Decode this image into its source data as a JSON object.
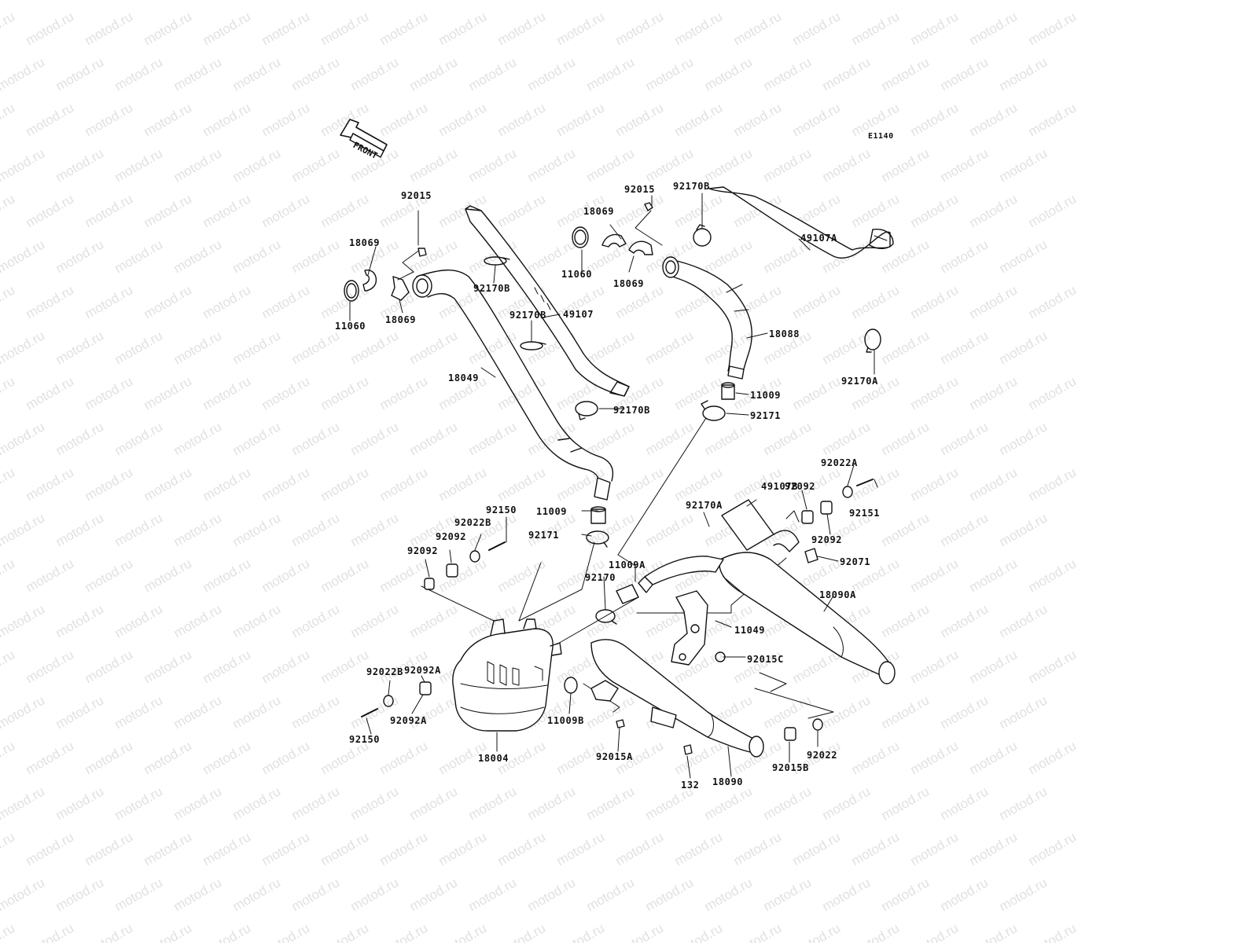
{
  "diagram": {
    "code": "E1140",
    "front_label": "FRONT",
    "watermark": "motod.ru"
  },
  "parts": {
    "p92015_a": "92015",
    "p18069_a": "18069",
    "p18069_b": "18069",
    "p11060_a": "11060",
    "p92170B_a": "92170B",
    "p92170B_b": "92170B",
    "p92170B_c": "92170B",
    "p92170B_d": "92170B",
    "p49107": "49107",
    "p18049": "18049",
    "p92015_b": "92015",
    "p18069_c": "18069",
    "p18069_d": "18069",
    "p11060_b": "11060",
    "p49107A": "49107A",
    "p18088": "18088",
    "p92170A_a": "92170A",
    "p11009_a": "11009",
    "p92171_a": "92171",
    "p92022A": "92022A",
    "p49107B": "49107B",
    "p92092_a": "92092",
    "p92170A_b": "92170A",
    "p92151": "92151",
    "p92092_b": "92092",
    "p92071": "92071",
    "p92150_a": "92150",
    "p92022B_a": "92022B",
    "p92092_c": "92092",
    "p92092_d": "92092",
    "p11009_b": "11009",
    "p92171_b": "92171",
    "p11009A": "11009A",
    "p92170": "92170",
    "p18090A": "18090A",
    "p11049": "11049",
    "p92015C": "92015C",
    "p92092A_a": "92092A",
    "p92022B_b": "92022B",
    "p92092A_b": "92092A",
    "p92150_b": "92150",
    "p18004": "18004",
    "p11009B": "11009B",
    "p92015A": "92015A",
    "p132": "132",
    "p18090": "18090",
    "p92015B": "92015B",
    "p92022": "92022"
  }
}
